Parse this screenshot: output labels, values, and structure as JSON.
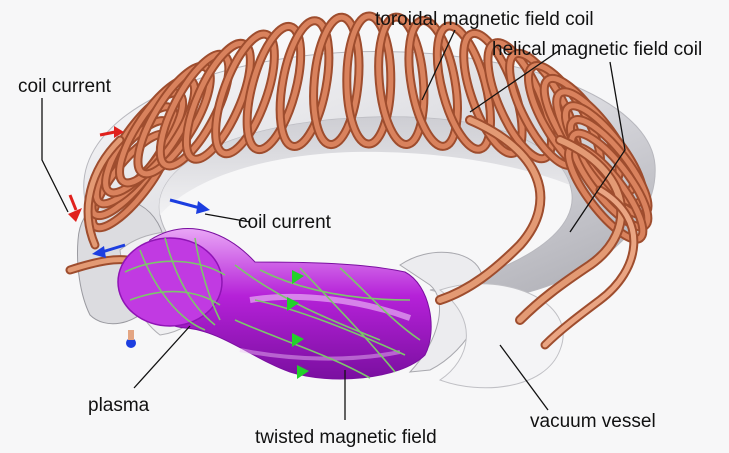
{
  "labels": {
    "toroidal_coil": "toroidal magnetic field coil",
    "helical_coil": "helical magnetic field coil",
    "coil_current_top": "coil current",
    "coil_current_mid": "coil current",
    "plasma": "plasma",
    "twisted_field": "twisted magnetic field",
    "vacuum_vessel": "vacuum vessel"
  },
  "colors": {
    "copper": "#d9825d",
    "copper_dark": "#9e4d2e",
    "copper_light": "#f2b898",
    "plasma": "#b521d8",
    "plasma_light": "#e79bf5",
    "field_line": "#7dc66b",
    "arrow_green": "#22d12a",
    "vessel": "#e3e3e6",
    "current_red": "#e0201c",
    "current_blue": "#1c3ee0"
  }
}
